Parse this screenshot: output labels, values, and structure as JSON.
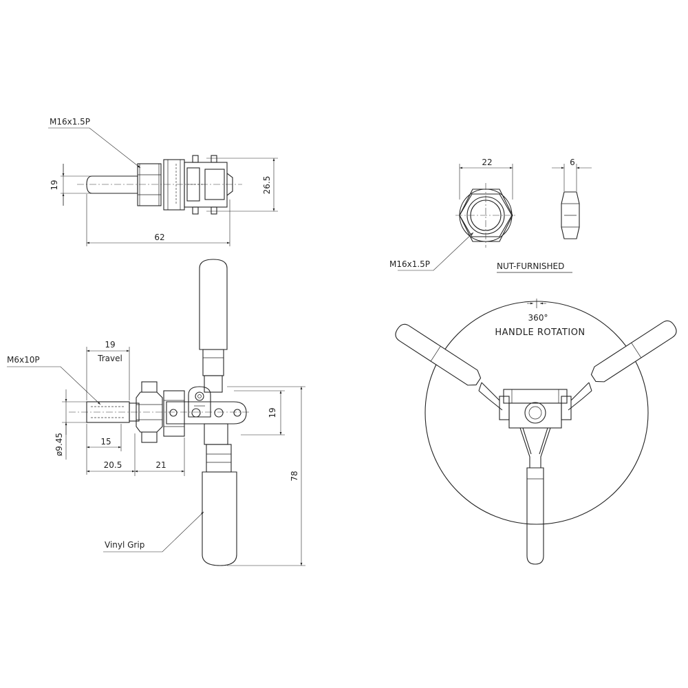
{
  "top_view": {
    "thread_label": "M16x1.5P",
    "dim_height": "19",
    "dim_width": "26.5",
    "dim_length": "62"
  },
  "nut_view": {
    "dim_across_flats": "22",
    "dim_thickness": "6",
    "thread_label": "M16x1.5P",
    "caption": "NUT-FURNISHED"
  },
  "side_view": {
    "dim_travel": "19",
    "travel_label": "Travel",
    "thread_label": "M6x10P",
    "dim_diameter": "ø9.45",
    "dim_15": "15",
    "dim_20_5": "20.5",
    "dim_21": "21",
    "dim_19_body": "19",
    "dim_78": "78",
    "grip_label": "Vinyl Grip"
  },
  "rotation_view": {
    "angle_label": "360°",
    "caption": "HANDLE ROTATION"
  }
}
